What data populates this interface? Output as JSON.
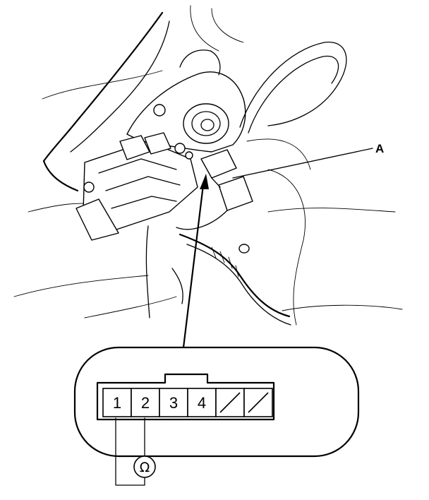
{
  "callout": {
    "label": "A"
  },
  "connector": {
    "pins": [
      {
        "id": "1",
        "label": "1",
        "blank": false
      },
      {
        "id": "2",
        "label": "2",
        "blank": false
      },
      {
        "id": "3",
        "label": "3",
        "blank": false
      },
      {
        "id": "4",
        "label": "4",
        "blank": false
      },
      {
        "id": "5",
        "label": "",
        "blank": true
      },
      {
        "id": "6",
        "label": "",
        "blank": true
      }
    ],
    "test_pins": [
      "1",
      "2"
    ]
  },
  "meter": {
    "symbol": "Ω"
  }
}
